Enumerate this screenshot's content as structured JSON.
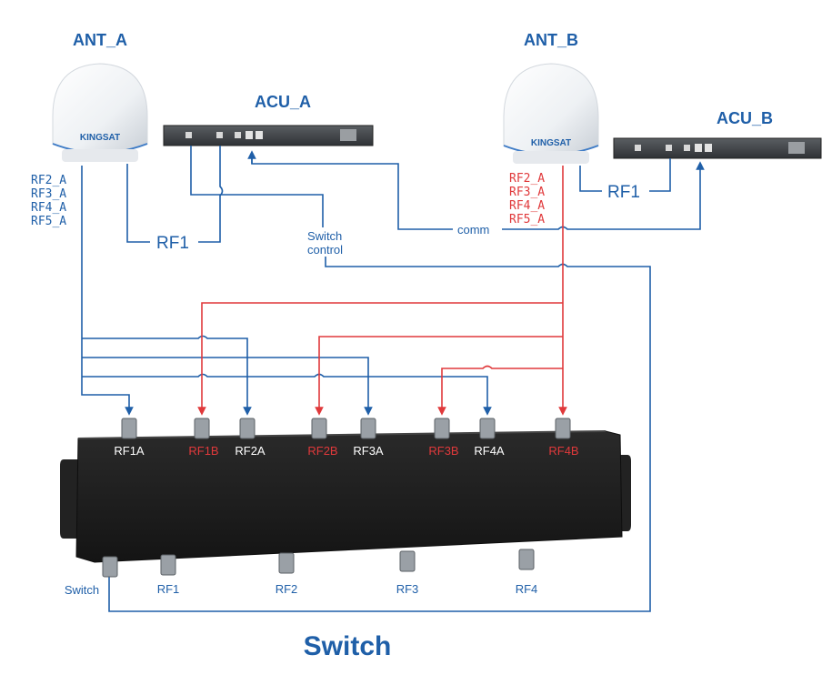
{
  "colors": {
    "blue": "#1f5fa8",
    "red": "#e0393b",
    "box": "#1d1d1d",
    "white": "#ffffff"
  },
  "antennas": {
    "a": {
      "title": "ANT_A",
      "brand": "KINGSAT",
      "rf_lines": [
        "RF2_A",
        "RF3_A",
        "RF4_A",
        "RF5_A"
      ]
    },
    "b": {
      "title": "ANT_B",
      "brand": "KINGSAT",
      "rf_lines": [
        "RF2_A",
        "RF3_A",
        "RF4_A",
        "RF5_A"
      ]
    }
  },
  "acus": {
    "a": {
      "title": "ACU_A"
    },
    "b": {
      "title": "ACU_B"
    }
  },
  "link_labels": {
    "rf1_a": "RF1",
    "rf1_b": "RF1",
    "comm": "comm",
    "switch_control_line1": "Switch",
    "switch_control_line2": "control"
  },
  "switch_box": {
    "top_ports": [
      "RF1A",
      "RF1B",
      "RF2A",
      "RF2B",
      "RF3A",
      "RF3B",
      "RF4A",
      "RF4B"
    ],
    "bottom_ports": [
      "Switch",
      "RF1",
      "RF2",
      "RF3",
      "RF4"
    ],
    "title": "Switch"
  }
}
